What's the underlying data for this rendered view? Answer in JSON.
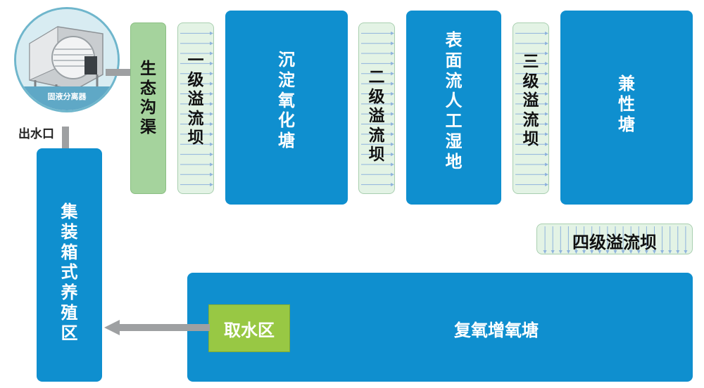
{
  "separator": {
    "label": "固液分离器"
  },
  "outlet": {
    "label": "出水口"
  },
  "ditch": {
    "label": "生态沟渠"
  },
  "dam1": {
    "label": "一级溢流坝"
  },
  "sed_pond": {
    "label": "沉淀氧化塘"
  },
  "dam2": {
    "label": "二级溢流坝"
  },
  "wetland": {
    "label": "表面流人工湿地"
  },
  "dam3": {
    "label": "三级溢流坝"
  },
  "facultative": {
    "label": "兼性塘"
  },
  "dam4": {
    "label": "四级溢流坝"
  },
  "reox_pond": {
    "label": "复氧增氧塘"
  },
  "intake": {
    "label": "取水区"
  },
  "container": {
    "label": "集装箱式养殖区"
  },
  "colors": {
    "pond": "#0f8fcf",
    "dam": "#e3f3e5",
    "ditch": "#a5d39d",
    "intake": "#98c844",
    "pipe": "#9ea0a2"
  }
}
